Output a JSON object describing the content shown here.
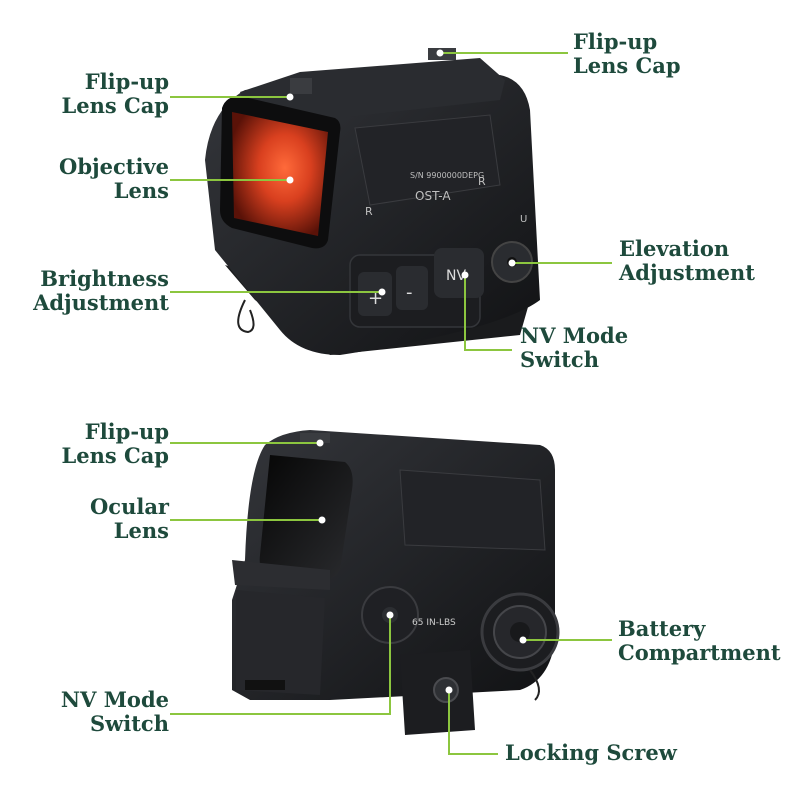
{
  "colors": {
    "label_text": "#1e4a3c",
    "leader_line": "#8cc63f",
    "body": "#1b1c1f",
    "lens": "#c2331b"
  },
  "device_marks": {
    "serial": "S/N 9900000DEPG",
    "model": "OST-A",
    "brightness_plus": "+",
    "brightness_minus": "-",
    "nv_button": "NV",
    "rear_torque": "65 IN-LBS",
    "elev_u": "U",
    "side_r": "R"
  },
  "top_view": {
    "labels": {
      "lens_cap_left": [
        "Flip-up",
        "Lens Cap"
      ],
      "lens_cap_right": [
        "Flip-up",
        "Lens Cap"
      ],
      "objective_lens": [
        "Objective",
        "Lens"
      ],
      "brightness": [
        "Brightness",
        "Adjustment"
      ],
      "elevation": [
        "Elevation",
        "Adjustment"
      ],
      "nv_mode": [
        "NV Mode",
        "Switch"
      ]
    }
  },
  "bottom_view": {
    "labels": {
      "lens_cap": [
        "Flip-up",
        "Lens Cap"
      ],
      "ocular_lens": [
        "Ocular",
        "Lens"
      ],
      "battery": [
        "Battery",
        "Compartment"
      ],
      "nv_mode": [
        "NV Mode",
        "Switch"
      ],
      "locking_screw": [
        "Locking Screw"
      ]
    }
  }
}
